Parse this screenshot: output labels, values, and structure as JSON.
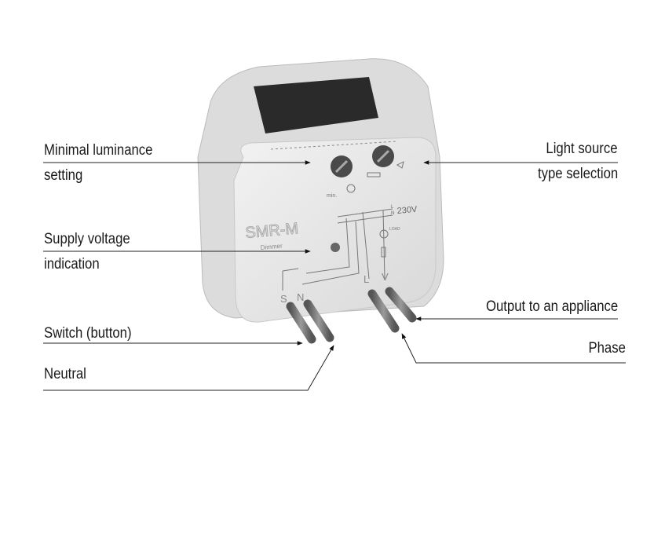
{
  "device": {
    "model": "SMR-M",
    "subtitle": "Dimmer",
    "voltage": "230V",
    "terminal_L_line": "L",
    "terminal_N_line": "N",
    "min_label": "min.",
    "load_label": "LOAD",
    "terminals": [
      "S",
      "N",
      "L",
      "V"
    ]
  },
  "labels": {
    "min_luminance_1": "Minimal  luminance",
    "min_luminance_2": "setting",
    "light_source_1": "Light source",
    "light_source_2": "type selection",
    "supply_1": "Supply voltage",
    "supply_2": "indication",
    "output": "Output to an appliance",
    "switch": "Switch (button)",
    "phase": "Phase",
    "neutral": "Neutral"
  },
  "colors": {
    "body": "#e6e6e6",
    "knob": "#4a4a4a",
    "wire": "#6b6b6b",
    "line": "#333333"
  }
}
